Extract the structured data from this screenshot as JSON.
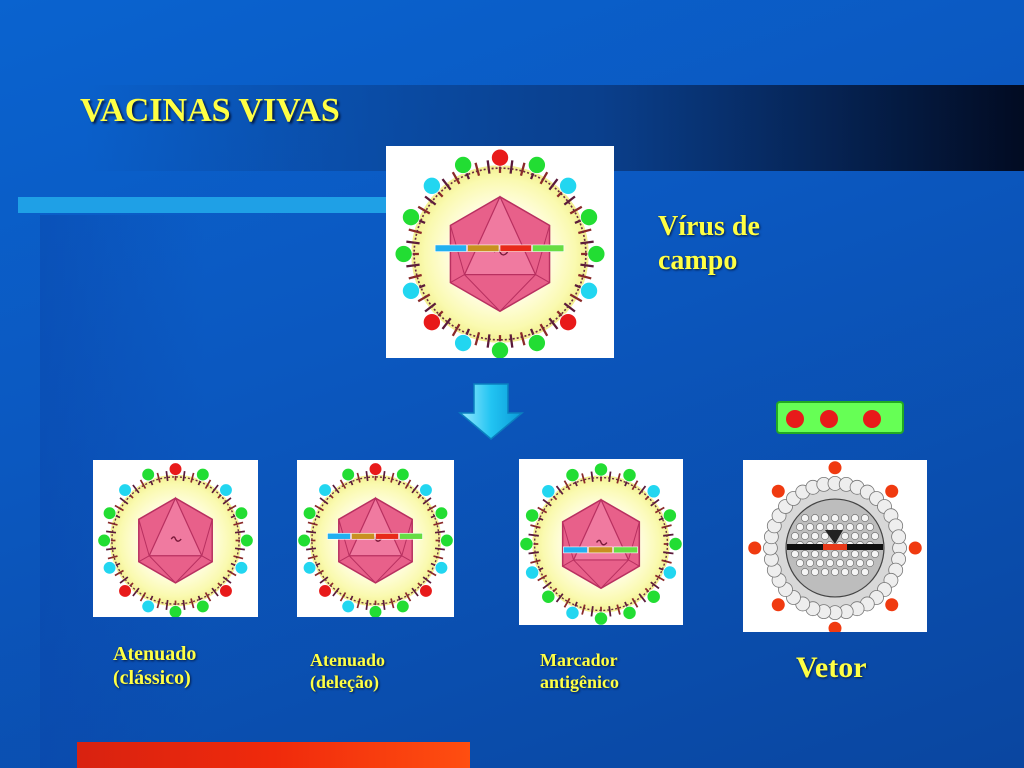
{
  "slide": {
    "title": "VACINAS VIVAS",
    "field_virus": {
      "line1": "Vírus de",
      "line2": "campo"
    },
    "variants": [
      {
        "line1": "Atenuado",
        "line2": "(clássico)"
      },
      {
        "line1": "Atenuado",
        "line2": "(deleção)"
      },
      {
        "line1": "Marcador",
        "line2": "antigênico"
      }
    ],
    "vector_label": "Vetor"
  },
  "colors": {
    "background": "#0a5cc8",
    "title_text": "#ffff44",
    "accent_bar": "#1fa0e6",
    "bottom_bar": "#f03010",
    "marker_red": "#e81a1a",
    "marker_green": "#22dd33",
    "marker_cyan": "#22d6f0",
    "capsid_pink": "#e8608a",
    "halo_yellow": "#fafab0"
  },
  "icons": [
    "down-arrow-icon",
    "virus-icon",
    "vector-virus-icon"
  ]
}
